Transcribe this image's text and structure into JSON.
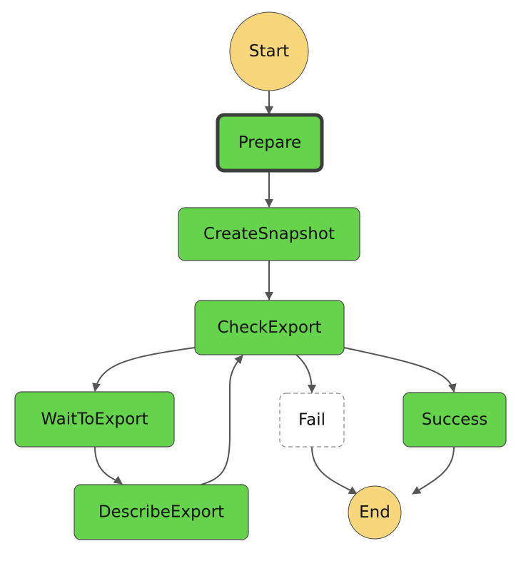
{
  "diagram": {
    "colors": {
      "task": "#66d34c",
      "terminal": "#f8d77c",
      "fail_fill": "#ffffff",
      "border": "#4a4a4a",
      "edge": "#555555",
      "text": "#111111"
    },
    "nodes": [
      {
        "id": "start",
        "label": "Start",
        "kind": "terminal"
      },
      {
        "id": "prepare",
        "label": "Prepare",
        "kind": "task",
        "selected": true
      },
      {
        "id": "create-snapshot",
        "label": "CreateSnapshot",
        "kind": "task"
      },
      {
        "id": "check-export",
        "label": "CheckExport",
        "kind": "task"
      },
      {
        "id": "wait-to-export",
        "label": "WaitToExport",
        "kind": "task"
      },
      {
        "id": "describe-export",
        "label": "DescribeExport",
        "kind": "task"
      },
      {
        "id": "fail",
        "label": "Fail",
        "kind": "fail"
      },
      {
        "id": "success",
        "label": "Success",
        "kind": "task"
      },
      {
        "id": "end",
        "label": "End",
        "kind": "terminal"
      }
    ],
    "edges": [
      {
        "from": "start",
        "to": "prepare"
      },
      {
        "from": "prepare",
        "to": "create-snapshot"
      },
      {
        "from": "create-snapshot",
        "to": "check-export"
      },
      {
        "from": "check-export",
        "to": "wait-to-export"
      },
      {
        "from": "check-export",
        "to": "fail"
      },
      {
        "from": "check-export",
        "to": "success"
      },
      {
        "from": "wait-to-export",
        "to": "describe-export"
      },
      {
        "from": "describe-export",
        "to": "check-export"
      },
      {
        "from": "fail",
        "to": "end"
      },
      {
        "from": "success",
        "to": "end"
      }
    ]
  }
}
